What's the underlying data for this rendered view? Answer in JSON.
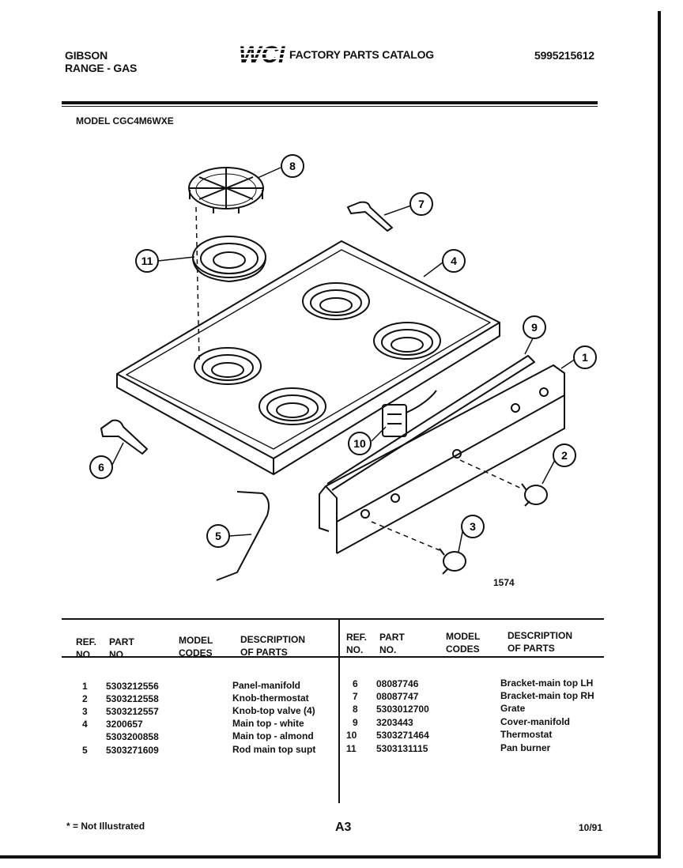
{
  "header": {
    "brand_line1": "GIBSON",
    "brand_line2": "RANGE - GAS",
    "logo_text": "WCI",
    "catalog_title": "FACTORY PARTS CATALOG",
    "catalog_number": "5995215612",
    "model_line": "MODEL CGC4M6WXE"
  },
  "diagram": {
    "figure_number": "1574",
    "callouts": [
      "1",
      "2",
      "3",
      "4",
      "5",
      "6",
      "7",
      "8",
      "9",
      "10",
      "11"
    ]
  },
  "table": {
    "headers": {
      "ref": "REF.\nNO.",
      "part": "PART\nNO.",
      "model": "MODEL\nCODES",
      "desc": "DESCRIPTION\nOF PARTS"
    },
    "left_rows": [
      {
        "ref": "1",
        "part": "5303212556",
        "desc": "Panel-manifold"
      },
      {
        "ref": "2",
        "part": "5303212558",
        "desc": "Knob-thermostat"
      },
      {
        "ref": "3",
        "part": "5303212557",
        "desc": "Knob-top valve (4)"
      },
      {
        "ref": "4",
        "part": "3200657",
        "desc": "Main top - white"
      },
      {
        "ref": "",
        "part": "5303200858",
        "desc": "Main top - almond"
      },
      {
        "ref": "5",
        "part": "5303271609",
        "desc": "Rod main top supt"
      }
    ],
    "right_rows": [
      {
        "ref": "6",
        "part": "08087746",
        "desc": "Bracket-main top LH"
      },
      {
        "ref": "7",
        "part": "08087747",
        "desc": "Bracket-main top RH"
      },
      {
        "ref": "8",
        "part": "5303012700",
        "desc": "Grate"
      },
      {
        "ref": "9",
        "part": "3203443",
        "desc": "Cover-manifold"
      },
      {
        "ref": "10",
        "part": "5303271464",
        "desc": "Thermostat"
      },
      {
        "ref": "11",
        "part": "5303131115",
        "desc": "Pan burner"
      }
    ]
  },
  "footer": {
    "note": "* = Not Illustrated",
    "page": "A3",
    "date": "10/91"
  }
}
